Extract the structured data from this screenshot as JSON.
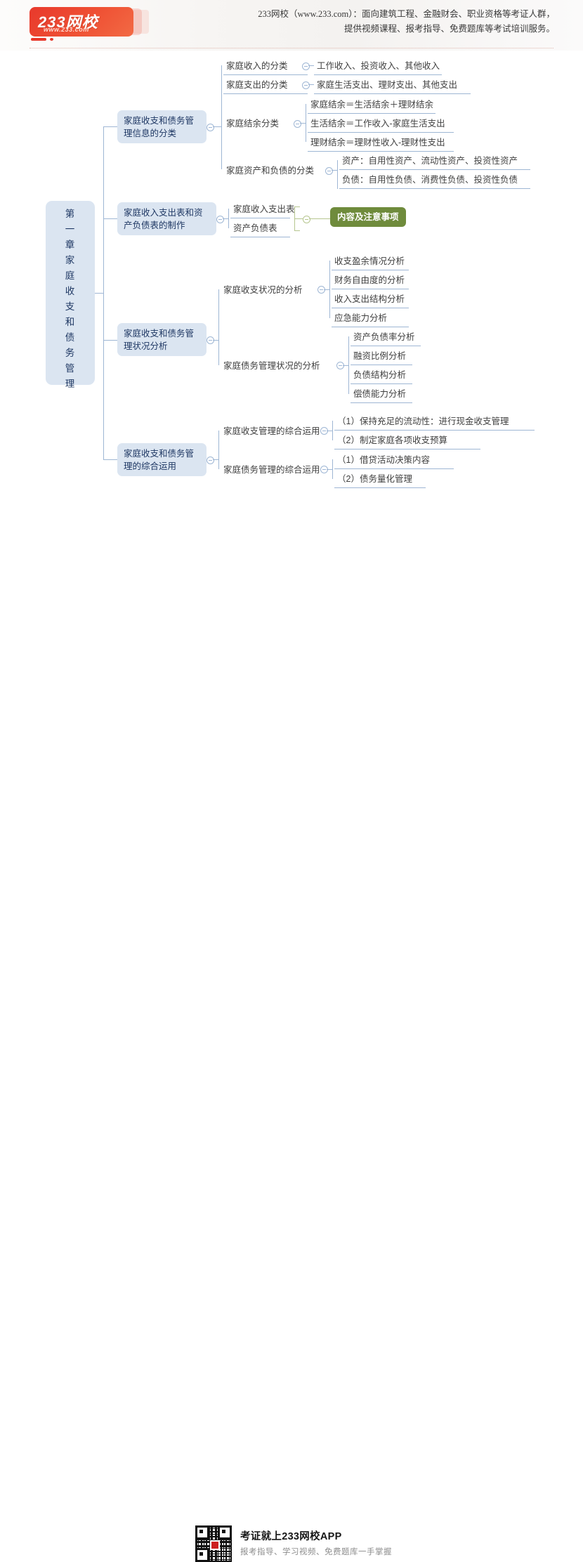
{
  "header": {
    "logo_main": "233网校",
    "logo_sub": "www.233.com",
    "promo_line1": "233网校（www.233.com）：面向建筑工程、金融财会、职业资格等考证人群，",
    "promo_line2": "提供视频课程、报考指导、免费题库等考试培训服务。"
  },
  "mindmap": {
    "root": [
      "第",
      "一",
      "章",
      "家",
      "庭",
      "收",
      "支",
      "和",
      "债",
      "务",
      "管",
      "理"
    ],
    "root_text": "第一章家庭收支和债务管理",
    "branch1": {
      "label": "家庭收支和债务管理信息的分类",
      "children": [
        {
          "label": "家庭收入的分类",
          "leaves": [
            "工作收入、投资收入、其他收入"
          ]
        },
        {
          "label": "家庭支出的分类",
          "leaves": [
            "家庭生活支出、理财支出、其他支出"
          ]
        },
        {
          "label": "家庭结余分类",
          "leaves": [
            "家庭结余＝生活结余＋理财结余",
            "生活结余＝工作收入-家庭生活支出",
            "理财结余＝理财性收入-理财性支出"
          ]
        },
        {
          "label": "家庭资产和负债的分类",
          "leaves": [
            "资产：自用性资产、流动性资产、投资性资产",
            "负债：自用性负债、消费性负债、投资性负债"
          ]
        }
      ]
    },
    "branch2": {
      "label": "家庭收入支出表和资产负债表的制作",
      "children": [
        {
          "label": "家庭收入支出表"
        },
        {
          "label": "资产负债表"
        }
      ],
      "green_node": "内容及注意事项"
    },
    "branch3": {
      "label": "家庭收支和债务管理状况分析",
      "children": [
        {
          "label": "家庭收支状况的分析",
          "leaves": [
            "收支盈余情况分析",
            "财务自由度的分析",
            "收入支出结构分析",
            "应急能力分析"
          ]
        },
        {
          "label": "家庭债务管理状况的分析",
          "leaves": [
            "资产负债率分析",
            "融资比例分析",
            "负债结构分析",
            "偿债能力分析"
          ]
        }
      ]
    },
    "branch4": {
      "label": "家庭收支和债务管理的综合运用",
      "children": [
        {
          "label": "家庭收支管理的综合运用",
          "leaves": [
            "（1）保持充足的流动性：进行现金收支管理",
            "（2）制定家庭各项收支预算"
          ]
        },
        {
          "label": "家庭债务管理的综合运用",
          "leaves": [
            "（1）借贷活动决策内容",
            "（2）债务量化管理"
          ]
        }
      ]
    }
  },
  "footer": {
    "title": "考证就上233网校APP",
    "subtitle": "报考指导、学习视频、免费题库一手掌握"
  },
  "colors": {
    "node_fill": "#dbe5f1",
    "node_text": "#1f3864",
    "line": "#9eb6d4",
    "green": "#6f8b3c",
    "green_line": "#b6c68f",
    "brand_red": "#e8392c"
  }
}
